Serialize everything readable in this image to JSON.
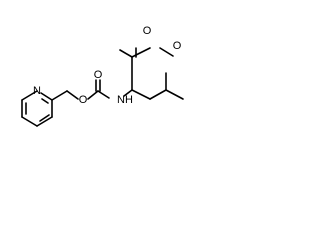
{
  "molecule": {
    "atoms": {
      "O_ester_carbonyl": "O",
      "O_ester_single": "O",
      "N_pyridine": "N",
      "O_carbamate_single": "O",
      "O_carbamate_carbonyl": "O",
      "NH": "NH"
    },
    "colors": {
      "bond": "#000000",
      "text": "#000000",
      "background": "#ffffff"
    }
  }
}
